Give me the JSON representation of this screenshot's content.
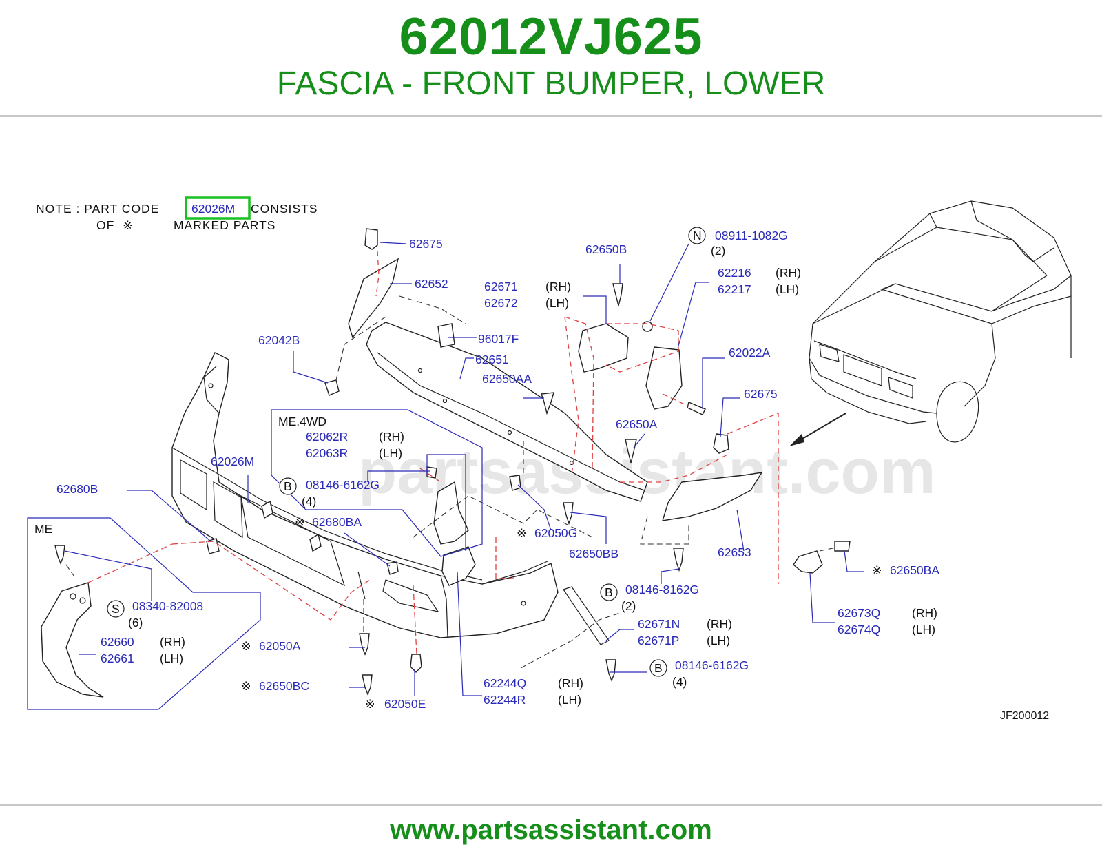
{
  "header": {
    "part_number": "62012VJ625",
    "title": "FASCIA - FRONT BUMPER, LOWER"
  },
  "note": {
    "line1_prefix": "NOTE   :   PART   CODE",
    "highlight_code": "62026M",
    "line1_suffix": "CONSISTS",
    "line2_of": "OF",
    "line2_marked": "MARKED   PARTS",
    "marker_symbol": "※"
  },
  "watermark": "partsassistant.com",
  "diagram_code": "JF200012",
  "footer": {
    "url": "www.partsassistant.com"
  },
  "boxes": {
    "me4wd": "ME.4WD",
    "me": "ME"
  },
  "labels": {
    "p62675a": "62675",
    "p62652": "62652",
    "p62671": "62671",
    "p62672": "62672",
    "rh1": "(RH)",
    "lh1": "(LH)",
    "p62650B": "62650B",
    "p08911": "08911-1082G",
    "n_circle": "N",
    "qty2a": "(2)",
    "p62216": "62216",
    "p62217": "62217",
    "rh2": "(RH)",
    "lh2": "(LH)",
    "p62042B": "62042B",
    "p96017F": "96017F",
    "p62651": "62651",
    "p62650AA": "62650AA",
    "p62022A": "62022A",
    "p62675b": "62675",
    "p62650A": "62650A",
    "p62062R": "62062R",
    "p62063R": "62063R",
    "rh3": "(RH)",
    "lh3": "(LH)",
    "p62026M": "62026M",
    "b_circle1": "B",
    "p08146a": "08146-6162G",
    "qty4a": "(4)",
    "p62680B": "62680B",
    "p62680BA": "62680BA",
    "p62050G": "62050G",
    "p62650BB": "62650BB",
    "p62653": "62653",
    "p62650BA": "62650BA",
    "b_circle2": "B",
    "p08146b": "08146-8162G",
    "qty2b": "(2)",
    "s_circle": "S",
    "p08340": "08340-82008",
    "qty6": "(6)",
    "p62673Q": "62673Q",
    "p62674Q": "62674Q",
    "rh4": "(RH)",
    "lh4": "(LH)",
    "p62671N": "62671N",
    "p62671P": "62671P",
    "rh5": "(RH)",
    "lh5": "(LH)",
    "p62660": "62660",
    "p62661": "62661",
    "rh6": "(RH)",
    "lh6": "(LH)",
    "p62050A": "62050A",
    "b_circle3": "B",
    "p08146c": "08146-6162G",
    "qty4b": "(4)",
    "p62244Q": "62244Q",
    "p62244R": "62244R",
    "rh7": "(RH)",
    "lh7": "(LH)",
    "p62650BC": "62650BC",
    "p62050E": "62050E",
    "mark": "※"
  },
  "colors": {
    "title_green": "#168f1a",
    "label_blue": "#2a2ab8",
    "highlight_green": "#19c01f",
    "dash_red": "#e04040"
  }
}
